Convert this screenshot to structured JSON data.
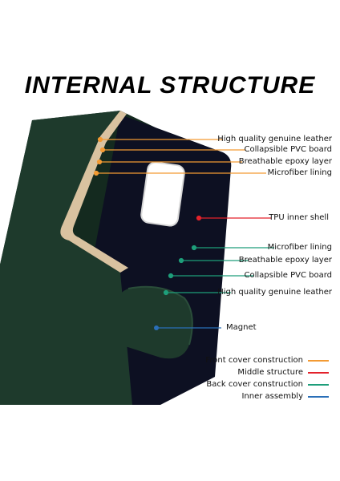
{
  "title": "INTERNAL STRUCTURE",
  "front_cover_layers": [
    "High quality genuine leather",
    "Collapsible PVC board",
    "Breathable epoxy layer",
    "Microfiber lining"
  ],
  "middle_layers": [
    "TPU inner shell"
  ],
  "back_cover_layers": [
    "Microfiber lining",
    "Breathable epoxy layer",
    "Collapsible PVC board",
    "High quality genuine leather"
  ],
  "inner_layers": [
    "Magnet"
  ],
  "legend": [
    {
      "label": "Front cover construction",
      "color": "#f39a33"
    },
    {
      "label": "Middle structure",
      "color": "#e3222b"
    },
    {
      "label": "Back cover construction",
      "color": "#1e9e7a"
    },
    {
      "label": "Inner assembly",
      "color": "#2a6fb8"
    }
  ],
  "colors": {
    "leather": "#1e3a2c",
    "leather_dark": "#142a1f",
    "tpu_shell": "#0d1022",
    "stitch_edge": "#d9c2a0"
  }
}
